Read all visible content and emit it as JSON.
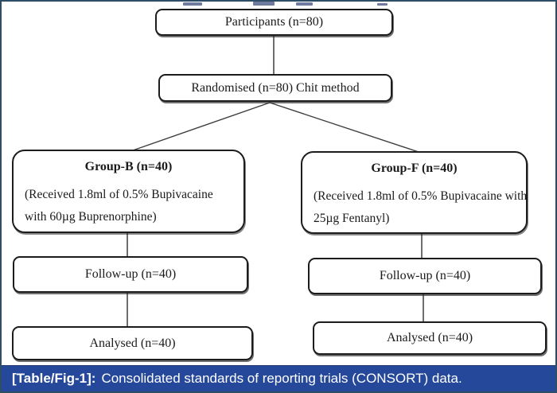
{
  "figure": {
    "type": "consort-flow-diagram",
    "nodes": {
      "participants": "Participants (n=80)",
      "randomised": "Randomised (n=80) Chit method",
      "group_b": {
        "title": "Group-B (n=40)",
        "detail_line1": "(Received 1.8ml of 0.5% Bupivacaine",
        "detail_line2": "with 60µg Buprenorphine)",
        "followup": "Follow-up (n=40)",
        "analysed": "Analysed (n=40)"
      },
      "group_f": {
        "title": "Group-F (n=40)",
        "detail_line1": "(Received 1.8ml of 0.5% Bupivacaine with",
        "detail_line2": "25µg Fentanyl)",
        "followup": "Follow-up (n=40)",
        "analysed": "Analysed (n=40)"
      }
    }
  },
  "caption": {
    "label": "[Table/Fig-1]:",
    "text": "Consolidated standards of reporting trials (CONSORT) data."
  },
  "colors": {
    "caption_bar_blue": "#26489b",
    "outer_border_navy": "#2e4d66",
    "box_border_black": "#1c1c1c"
  }
}
